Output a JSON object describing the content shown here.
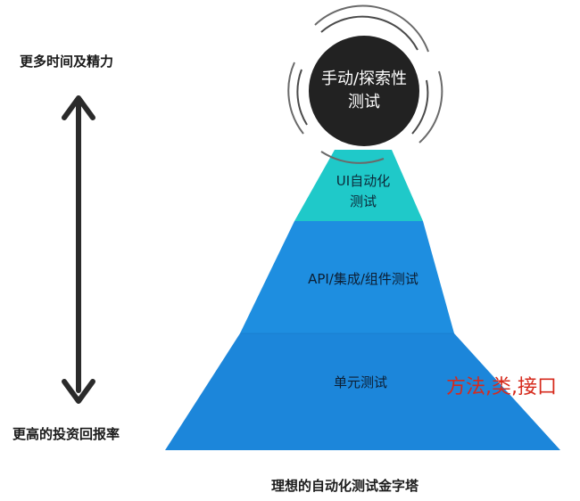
{
  "labels": {
    "top": "更多时间及精力",
    "bottom": "更高的投资回报率",
    "caption": "理想的自动化测试金字塔",
    "annotation": "方法,类,接口"
  },
  "pyramid": {
    "apex": {
      "line1": "手动/探索性",
      "line2": "测试"
    },
    "ui": {
      "line1": "UI自动化",
      "line2": "测试"
    },
    "api": "API/集成/组件测试",
    "unit": "单元测试"
  },
  "colors": {
    "ui_layer": "#1fc9c9",
    "api_layer": "#1e8ee0",
    "unit_layer": "#1c86da",
    "apex_circle": "#222222",
    "arrow": "#2b2b2b",
    "annotation": "#d62a1c"
  }
}
